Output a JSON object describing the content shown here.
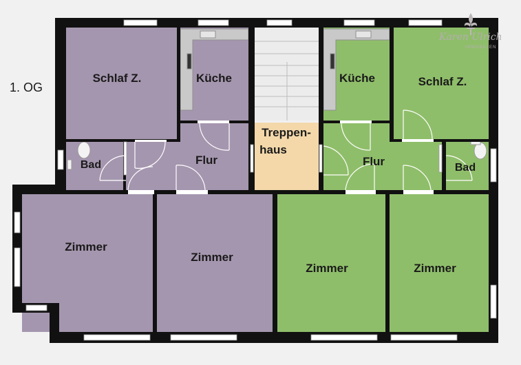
{
  "floor_label": "1. OG",
  "colors": {
    "left_unit": "#a596af",
    "right_unit": "#8fbe6a",
    "stairwell": "#f4d8aa",
    "wall": "#111111",
    "window": "#ffffff",
    "background": "#f1f1f1"
  },
  "rooms": {
    "schlaf_left": "Schlaf Z.",
    "kueche_left": "Küche",
    "bad_left": "Bad",
    "flur_left": "Flur",
    "treppenhaus_line1": "Treppen-",
    "treppenhaus_line2": "haus",
    "kueche_right": "Küche",
    "schlaf_right": "Schlaf Z.",
    "flur_right": "Flur",
    "bad_right": "Bad",
    "zimmer_1": "Zimmer",
    "zimmer_2": "Zimmer",
    "zimmer_3": "Zimmer",
    "zimmer_4": "Zimmer"
  },
  "logo": {
    "icon": "fleur-de-lis-icon",
    "name": "Karen Ulrich",
    "subtitle": "IMMOBILIEN"
  }
}
